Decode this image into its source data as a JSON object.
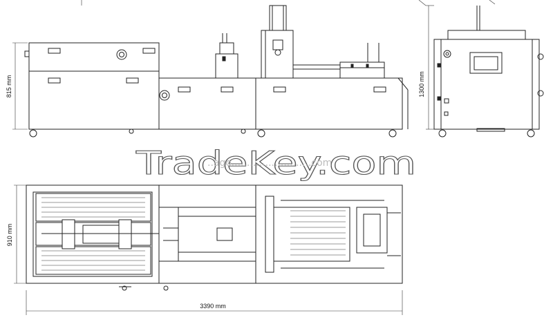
{
  "dimensions": {
    "front_height": "815 mm",
    "side_height": "1300 mm",
    "top_width": "910 mm",
    "overall_length": "3390 mm"
  },
  "watermark": {
    "brand": "TradeKey.com",
    "sub_text": "..ago..........................com"
  }
}
